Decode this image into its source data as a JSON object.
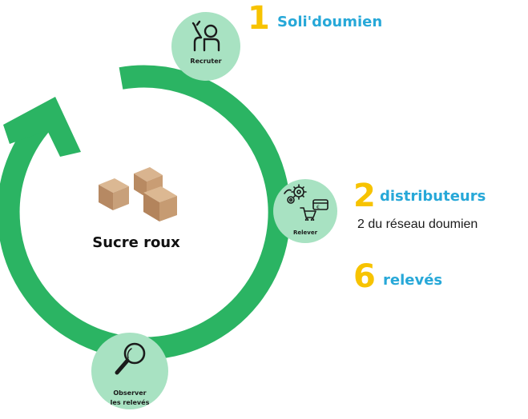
{
  "product": {
    "name": "Sucre roux"
  },
  "steps": {
    "recruit": {
      "label": "Recruter"
    },
    "collect": {
      "label": "Relever"
    },
    "observe": {
      "label_line1": "Observer",
      "label_line2": "les relevés"
    }
  },
  "stats": {
    "volunteers": {
      "number": "1",
      "label": "Soli'doumien"
    },
    "distributors": {
      "number": "2",
      "label": "distributeurs",
      "detail": "2 du réseau doumien"
    },
    "readings": {
      "number": "6",
      "label": "relevés"
    }
  },
  "colors": {
    "cycle_arrow": "#2bb463",
    "step_circle": "#a8e2c2",
    "number_accent": "#f7c300",
    "label_accent": "#27a8d8"
  }
}
